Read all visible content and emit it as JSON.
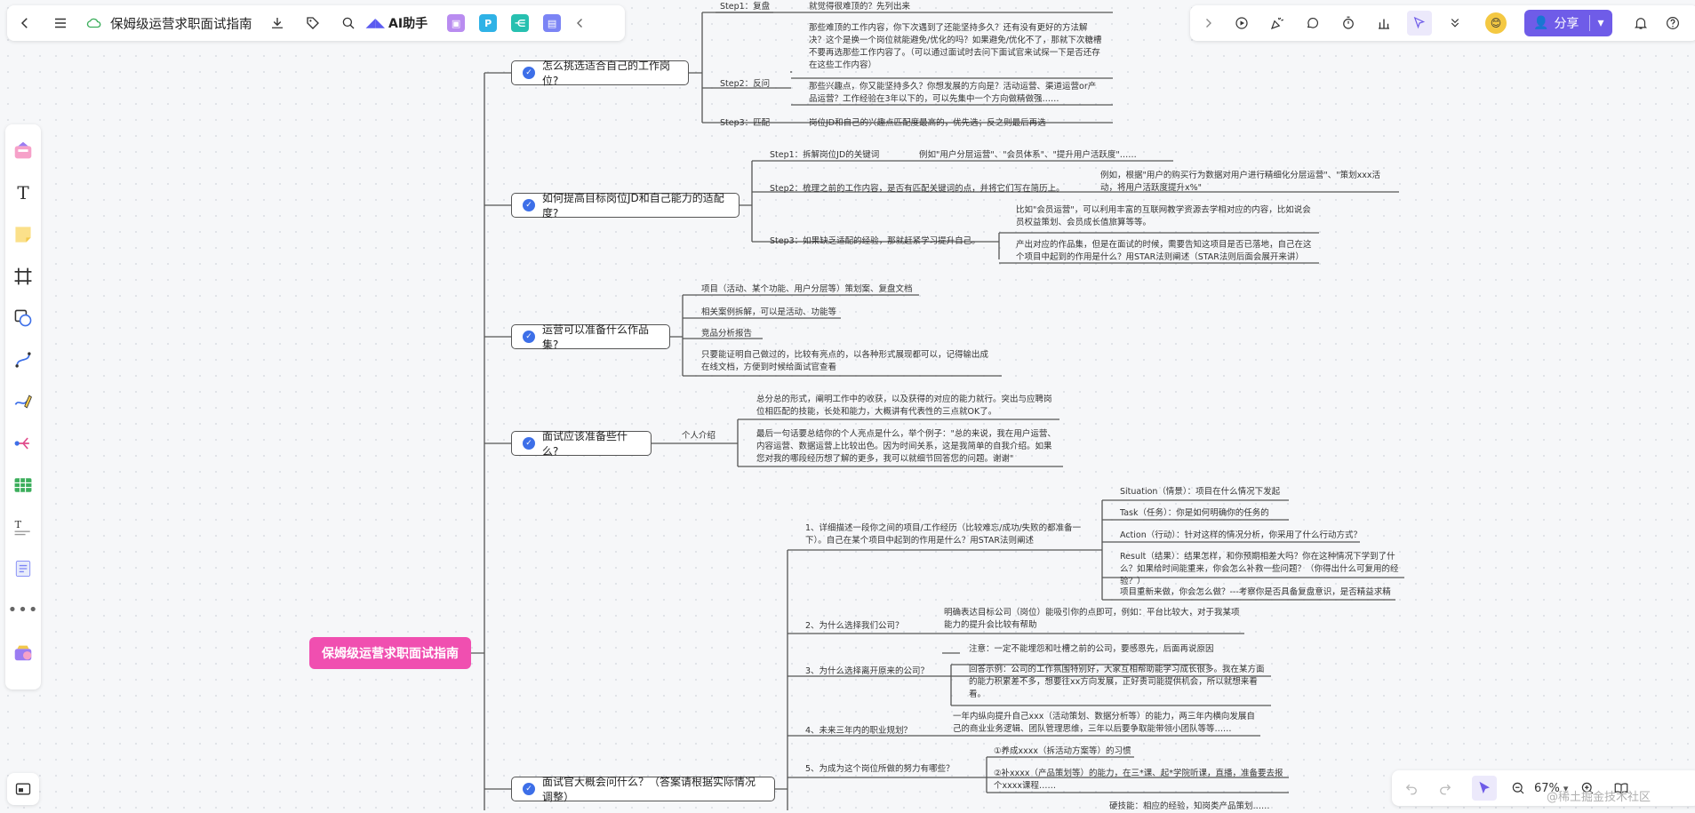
{
  "app": {
    "doc_title": "保姆级运营求职面试指南",
    "ai_label": "AI助手",
    "share_label": "分享",
    "zoom": "67%",
    "watermark": "@稀土掘金技术社区"
  },
  "mindmap": {
    "root": "保姆级运营求职面试指南",
    "branches": [
      {
        "title": "怎么挑选适合自己的工作岗位?",
        "items": [
          {
            "label": "Step1：复盘",
            "text": "就觉得很难顶的？先列出来"
          },
          {
            "label": "",
            "text": "那些难顶的工作内容，你下次遇到了还能坚持多久？还有没有更好的方法解决？这个是换一个岗位就能避免/优化的吗？如果避免/优化不了，那就下次糖槽不要再选那些工作内容了。（可以通过面试时去问下面试官来试探一下是否还存在这些工作内容）"
          },
          {
            "label": "Step2：反问",
            "text": "那些兴趣点，你又能坚持多久？你想发展的方向是？活动运营、渠道运营or产品运营？工作经验在3年以下的，可以先集中一个方向做精做强……"
          },
          {
            "label": "Step3：匹配",
            "text": "岗位JD和自己的兴趣点匹配度最高的，优先选；反之则最后再选"
          }
        ]
      },
      {
        "title": "如何提高目标岗位JD和自己能力的适配度?",
        "items": [
          {
            "label": "Step1：拆解岗位JD的关键词",
            "text": "例如\"用户分层运营\"、\"会员体系\"、\"提升用户活跃度\"……"
          },
          {
            "label": "Step2：梳理之前的工作内容，是否有匹配关键词的点，并将它们写在简历上。",
            "text": "例如，根据\"用户的购买行为数据对用户进行精细化分层运营\"、\"策划xxx活动，将用户活跃度提升x%\""
          },
          {
            "label": "Step3：如果缺乏适配的经验，那就赶紧学习提升自己。",
            "text": "比如\"会员运营\"，可以利用丰富的互联网教学资源去学相对应的内容，比如说会员权益策划、会员成长值旅算等等。"
          },
          {
            "label": "",
            "text": "产出对应的作品集，但是在面试的时候，需要告知这项目是否已落地，自己在这个项目中起到的作用是什么？用STAR法则阐述（STAR法则后面会展开来讲）"
          }
        ]
      },
      {
        "title": "运营可以准备什么作品集?",
        "items": [
          {
            "label": "",
            "text": "项目（活动、某个功能、用户分层等）策划案、复盘文档"
          },
          {
            "label": "",
            "text": "相关案例拆解，可以是活动、功能等"
          },
          {
            "label": "",
            "text": "竞品分析报告"
          },
          {
            "label": "",
            "text": "只要能证明自己做过的，比较有亮点的，以各种形式展现都可以，记得输出成在线文档，方便到时候给面试官查看"
          }
        ]
      },
      {
        "title": "面试应该准备些什么?",
        "sub": "个人介绍",
        "items": [
          {
            "label": "",
            "text": "总分总的形式，阐明工作中的收获，以及获得的对应的能力就行。突出与应聘岗位相匹配的技能，长处和能力，大概讲有代表性的三点就OK了。"
          },
          {
            "label": "",
            "text": "最后一句话要总结你的个人亮点是什么，举个例子：\"总的来说，我在用户运营、内容运营、数据运营上比较出色。因为时间关系，这是我简单的自我介绍。如果您对我的哪段经历想了解的更多，我可以就细节回答您的问题。谢谢\""
          }
        ]
      },
      {
        "title": "面试官大概会问什么？（答案请根据实际情况调整）",
        "questions": [
          {
            "q": "1、详细描述一段你之间的项目/工作经历（比较难忘/成功/失败的都准备一下）。自己在某个项目中起到的作用是什么？用STAR法则阐述",
            "answers": [
              "Situation（情景）：项目在什么情况下发起",
              "Task（任务）：你是如何明确你的任务的",
              "Action（行动）：针对这样的情况分析，你采用了什么行动方式？",
              "Result（结果）：结果怎样，和你预期相差大吗？你在这种情况下学到了什么？如果给时间能重来，你会怎么补救一些问题？（你得出什么可复用的经验？）",
              "项目重新来做，你会怎么做？---考察你是否具备复盘意识，是否精益求精"
            ]
          },
          {
            "q": "2、为什么选择我们公司？",
            "answers": [
              "明确表达目标公司（岗位）能吸引你的点即可，例如：平台比较大，对于我某项能力的提升会比较有帮助"
            ]
          },
          {
            "q": "3、为什么选择离开原来的公司？",
            "answers": [
              "注意：一定不能埋怨和吐槽之前的公司，要感恩先，后面再说原因",
              "回答示例：公司的工作氛围特别好，大家互相帮助能学习成长很多。我在某方面的能力积累差不多，想要往xx方向发展，正好贵司能提供机会，所以就想来看看。"
            ]
          },
          {
            "q": "4、未来三年内的职业规划？",
            "answers": [
              "一年内纵向提升自己xxx（活动策划、数据分析等）的能力，两三年内横向发展自己的商业业务逻辑、团队管理思维，三年以后要争取能带领小团队等等……"
            ]
          },
          {
            "q": "5、为成为这个岗位所做的努力有哪些？",
            "answers": [
              "①养成xxxx（拆活动方案等）的习惯",
              "②补xxxx（产品策划等）的能力，在三*课、起*学院听课，直播，准备要去报个xxxx课程……",
              "硬技能：相应的经验，知岗类产品策划……"
            ]
          }
        ]
      }
    ]
  }
}
